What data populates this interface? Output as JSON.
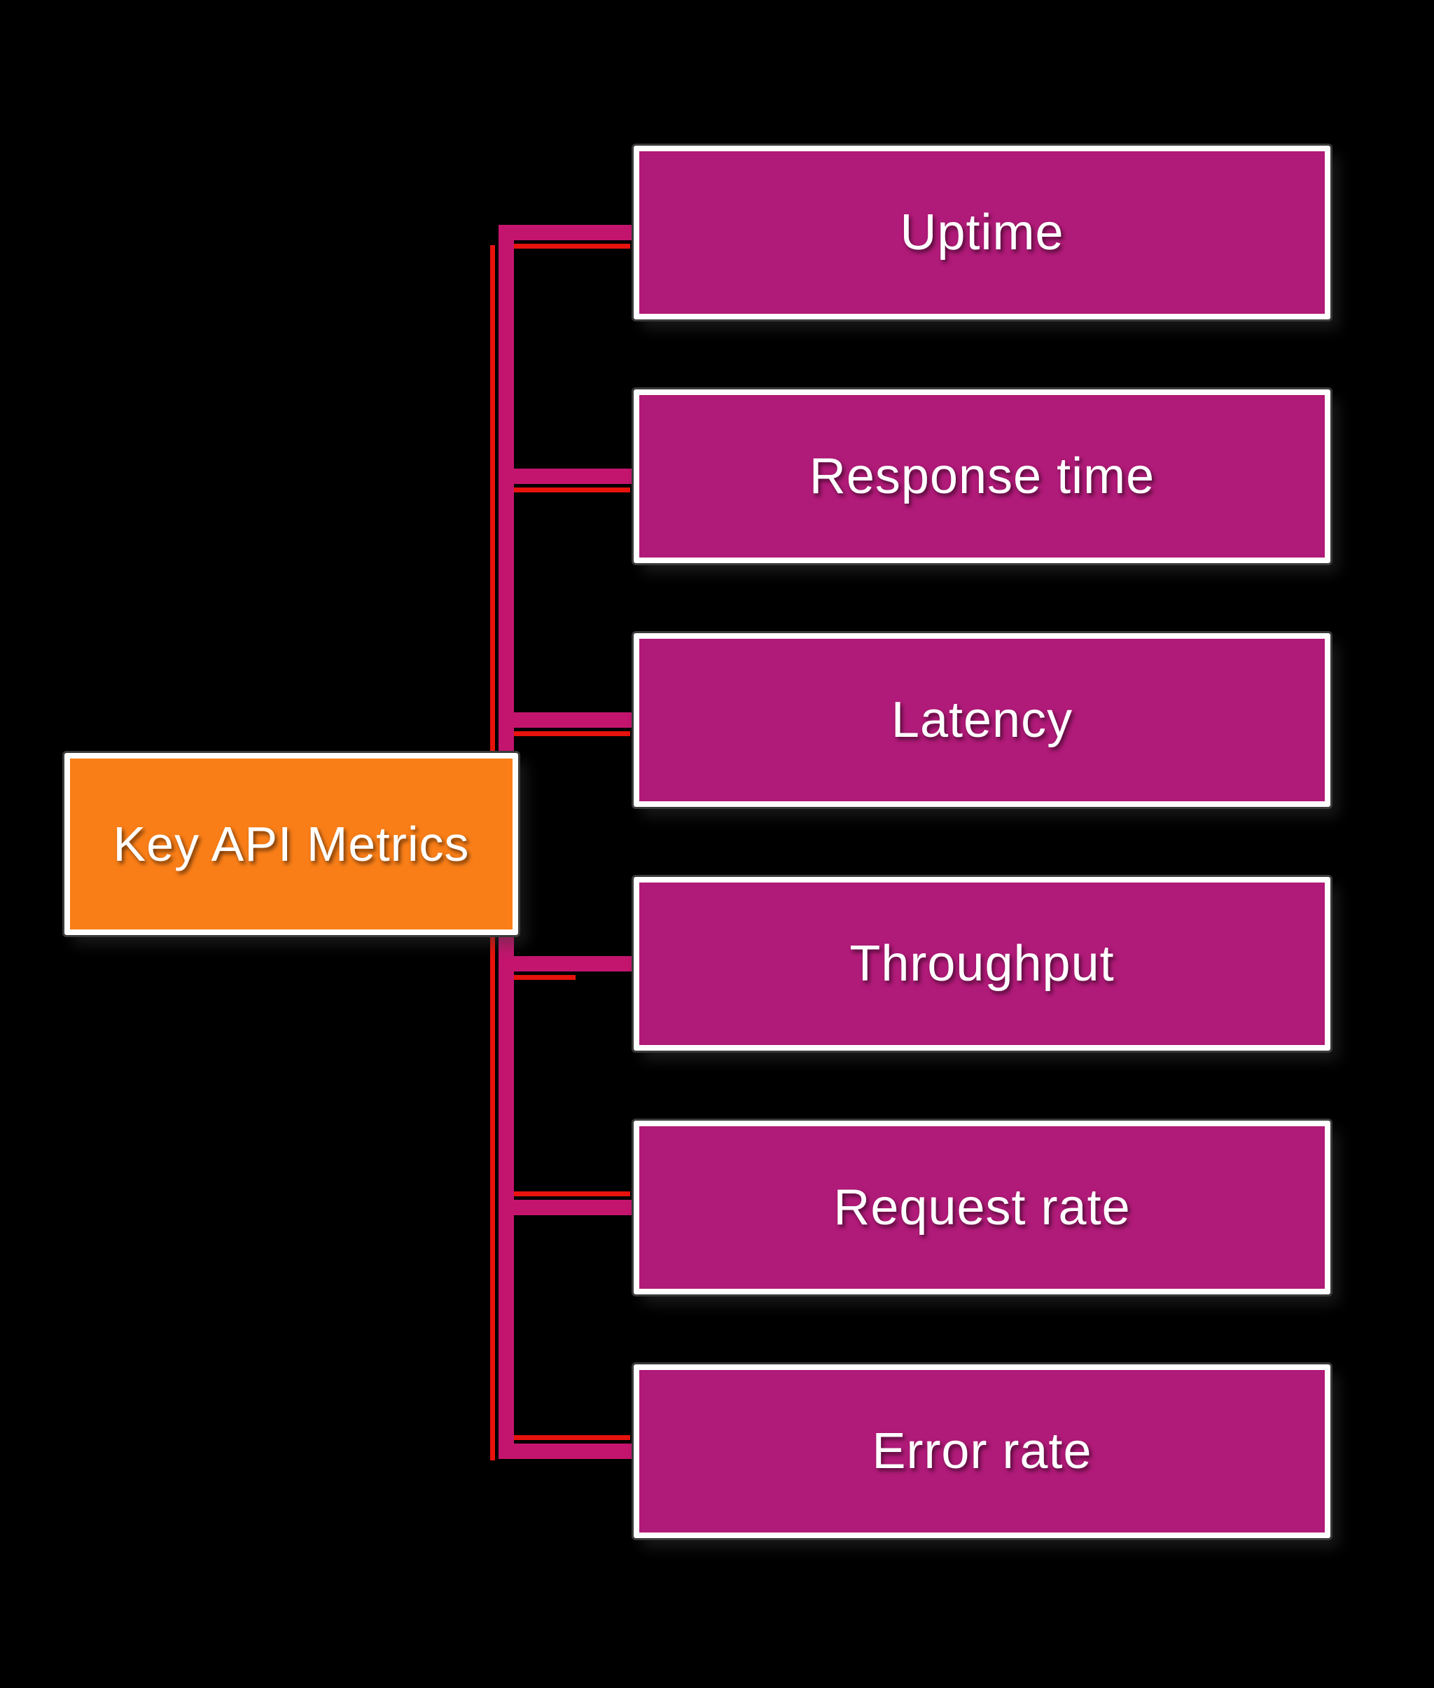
{
  "diagram": {
    "root": {
      "label": "Key API Metrics"
    },
    "children": [
      {
        "label": "Uptime"
      },
      {
        "label": "Response time"
      },
      {
        "label": "Latency"
      },
      {
        "label": "Throughput"
      },
      {
        "label": "Request rate"
      },
      {
        "label": "Error rate"
      }
    ],
    "colors": {
      "background": "#000000",
      "root_fill": "#F97E17",
      "node_fill": "#B01A78",
      "connector": "#C4156E",
      "ghost": "#E8130C",
      "border": "#FFFFFF"
    }
  }
}
